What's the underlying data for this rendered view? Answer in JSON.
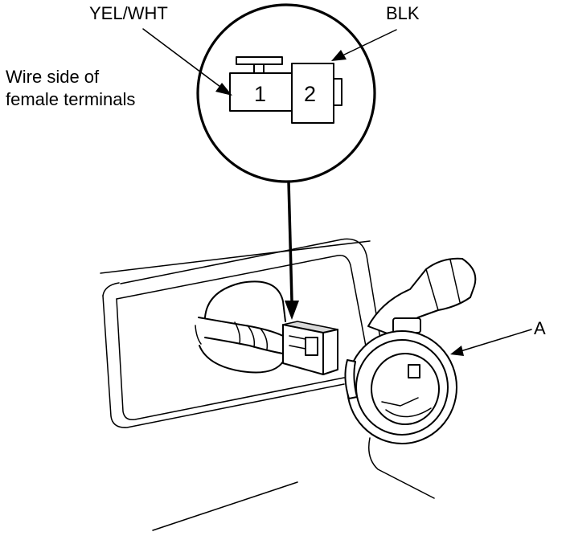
{
  "labels": {
    "yel_wht": "YEL/WHT",
    "blk": "BLK",
    "wire_side_line1": "Wire side of",
    "wire_side_line2": "female terminals",
    "part_a": "A"
  },
  "connector": {
    "terminal_1": "1",
    "terminal_2": "2"
  },
  "colors": {
    "line": "#000000",
    "background": "#ffffff"
  }
}
